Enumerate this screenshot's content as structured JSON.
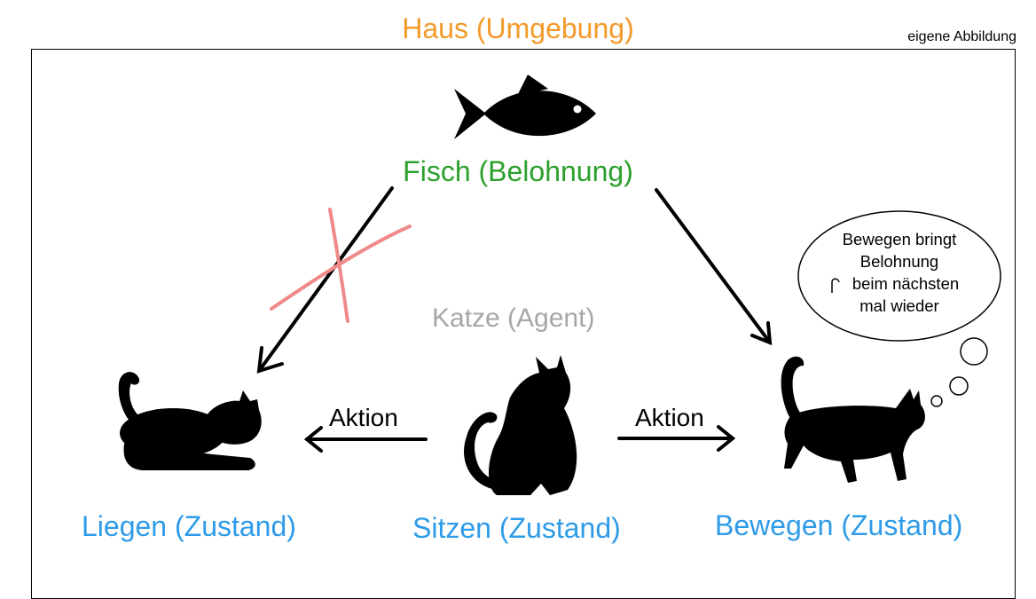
{
  "title": "Haus (Umgebung)",
  "credit": "eigene Abbildung",
  "reward": {
    "label": "Fisch (Belohnung)",
    "icon": "fish-icon"
  },
  "agent": {
    "label": "Katze (Agent)"
  },
  "states": {
    "lie": "Liegen (Zustand)",
    "sit": "Sitzen (Zustand)",
    "move": "Bewegen (Zustand)"
  },
  "actions": {
    "left": "Aktion",
    "right": "Aktion"
  },
  "thought": {
    "line1": "Bewegen bringt",
    "line2": "Belohnung",
    "line3": "beim nächsten",
    "line4": "mal wieder"
  },
  "colors": {
    "title": "#f39a2a",
    "reward": "#2ca02c",
    "agent": "#a6a6a6",
    "state": "#2e9be8",
    "cross": "#f08a8a",
    "ink": "#000000"
  }
}
